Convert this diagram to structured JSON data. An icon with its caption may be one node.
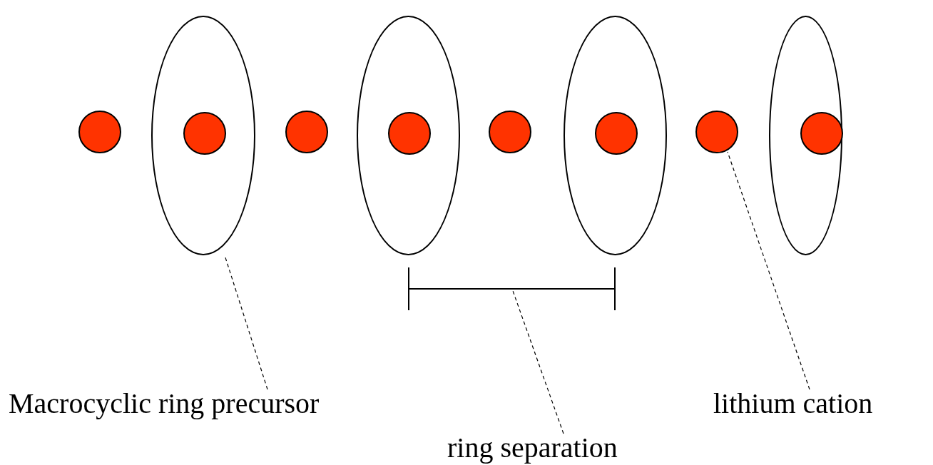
{
  "diagram": {
    "nodes": [
      {
        "text": [],
        "shape": "circle"
      },
      {
        "text": [],
        "shape": "ellipse"
      },
      {
        "text": [],
        "shape": "circle",
        "in": 1
      },
      {
        "text": [],
        "shape": "circle"
      },
      {
        "text": [],
        "shape": "ellipse"
      },
      {
        "text": [],
        "shape": "circle",
        "in": 4
      },
      {
        "text": [],
        "shape": "circle"
      },
      {
        "text": [],
        "shape": "ellipse"
      },
      {
        "text": [],
        "shape": "circle",
        "in": 7
      },
      {
        "text": [],
        "shape": "circle"
      },
      {
        "text": [],
        "shape": "ellipse"
      },
      {
        "text": [],
        "shape": "circle",
        "in": 10
      },
      {
        "text": [
          "Macrocyclic ring precursor"
        ]
      },
      {
        "text": [
          "lithium cation"
        ]
      },
      {
        "text": [
          "ring separation"
        ]
      }
    ],
    "edges": [
      {
        "from": 12,
        "to": 1,
        "arrow": "none",
        "style": "dashed"
      },
      {
        "from": 13,
        "to": 9,
        "arrow": "none",
        "style": "dashed"
      },
      {
        "from": 14,
        "to": null,
        "arrow": "none",
        "style": "dashed"
      }
    ]
  }
}
